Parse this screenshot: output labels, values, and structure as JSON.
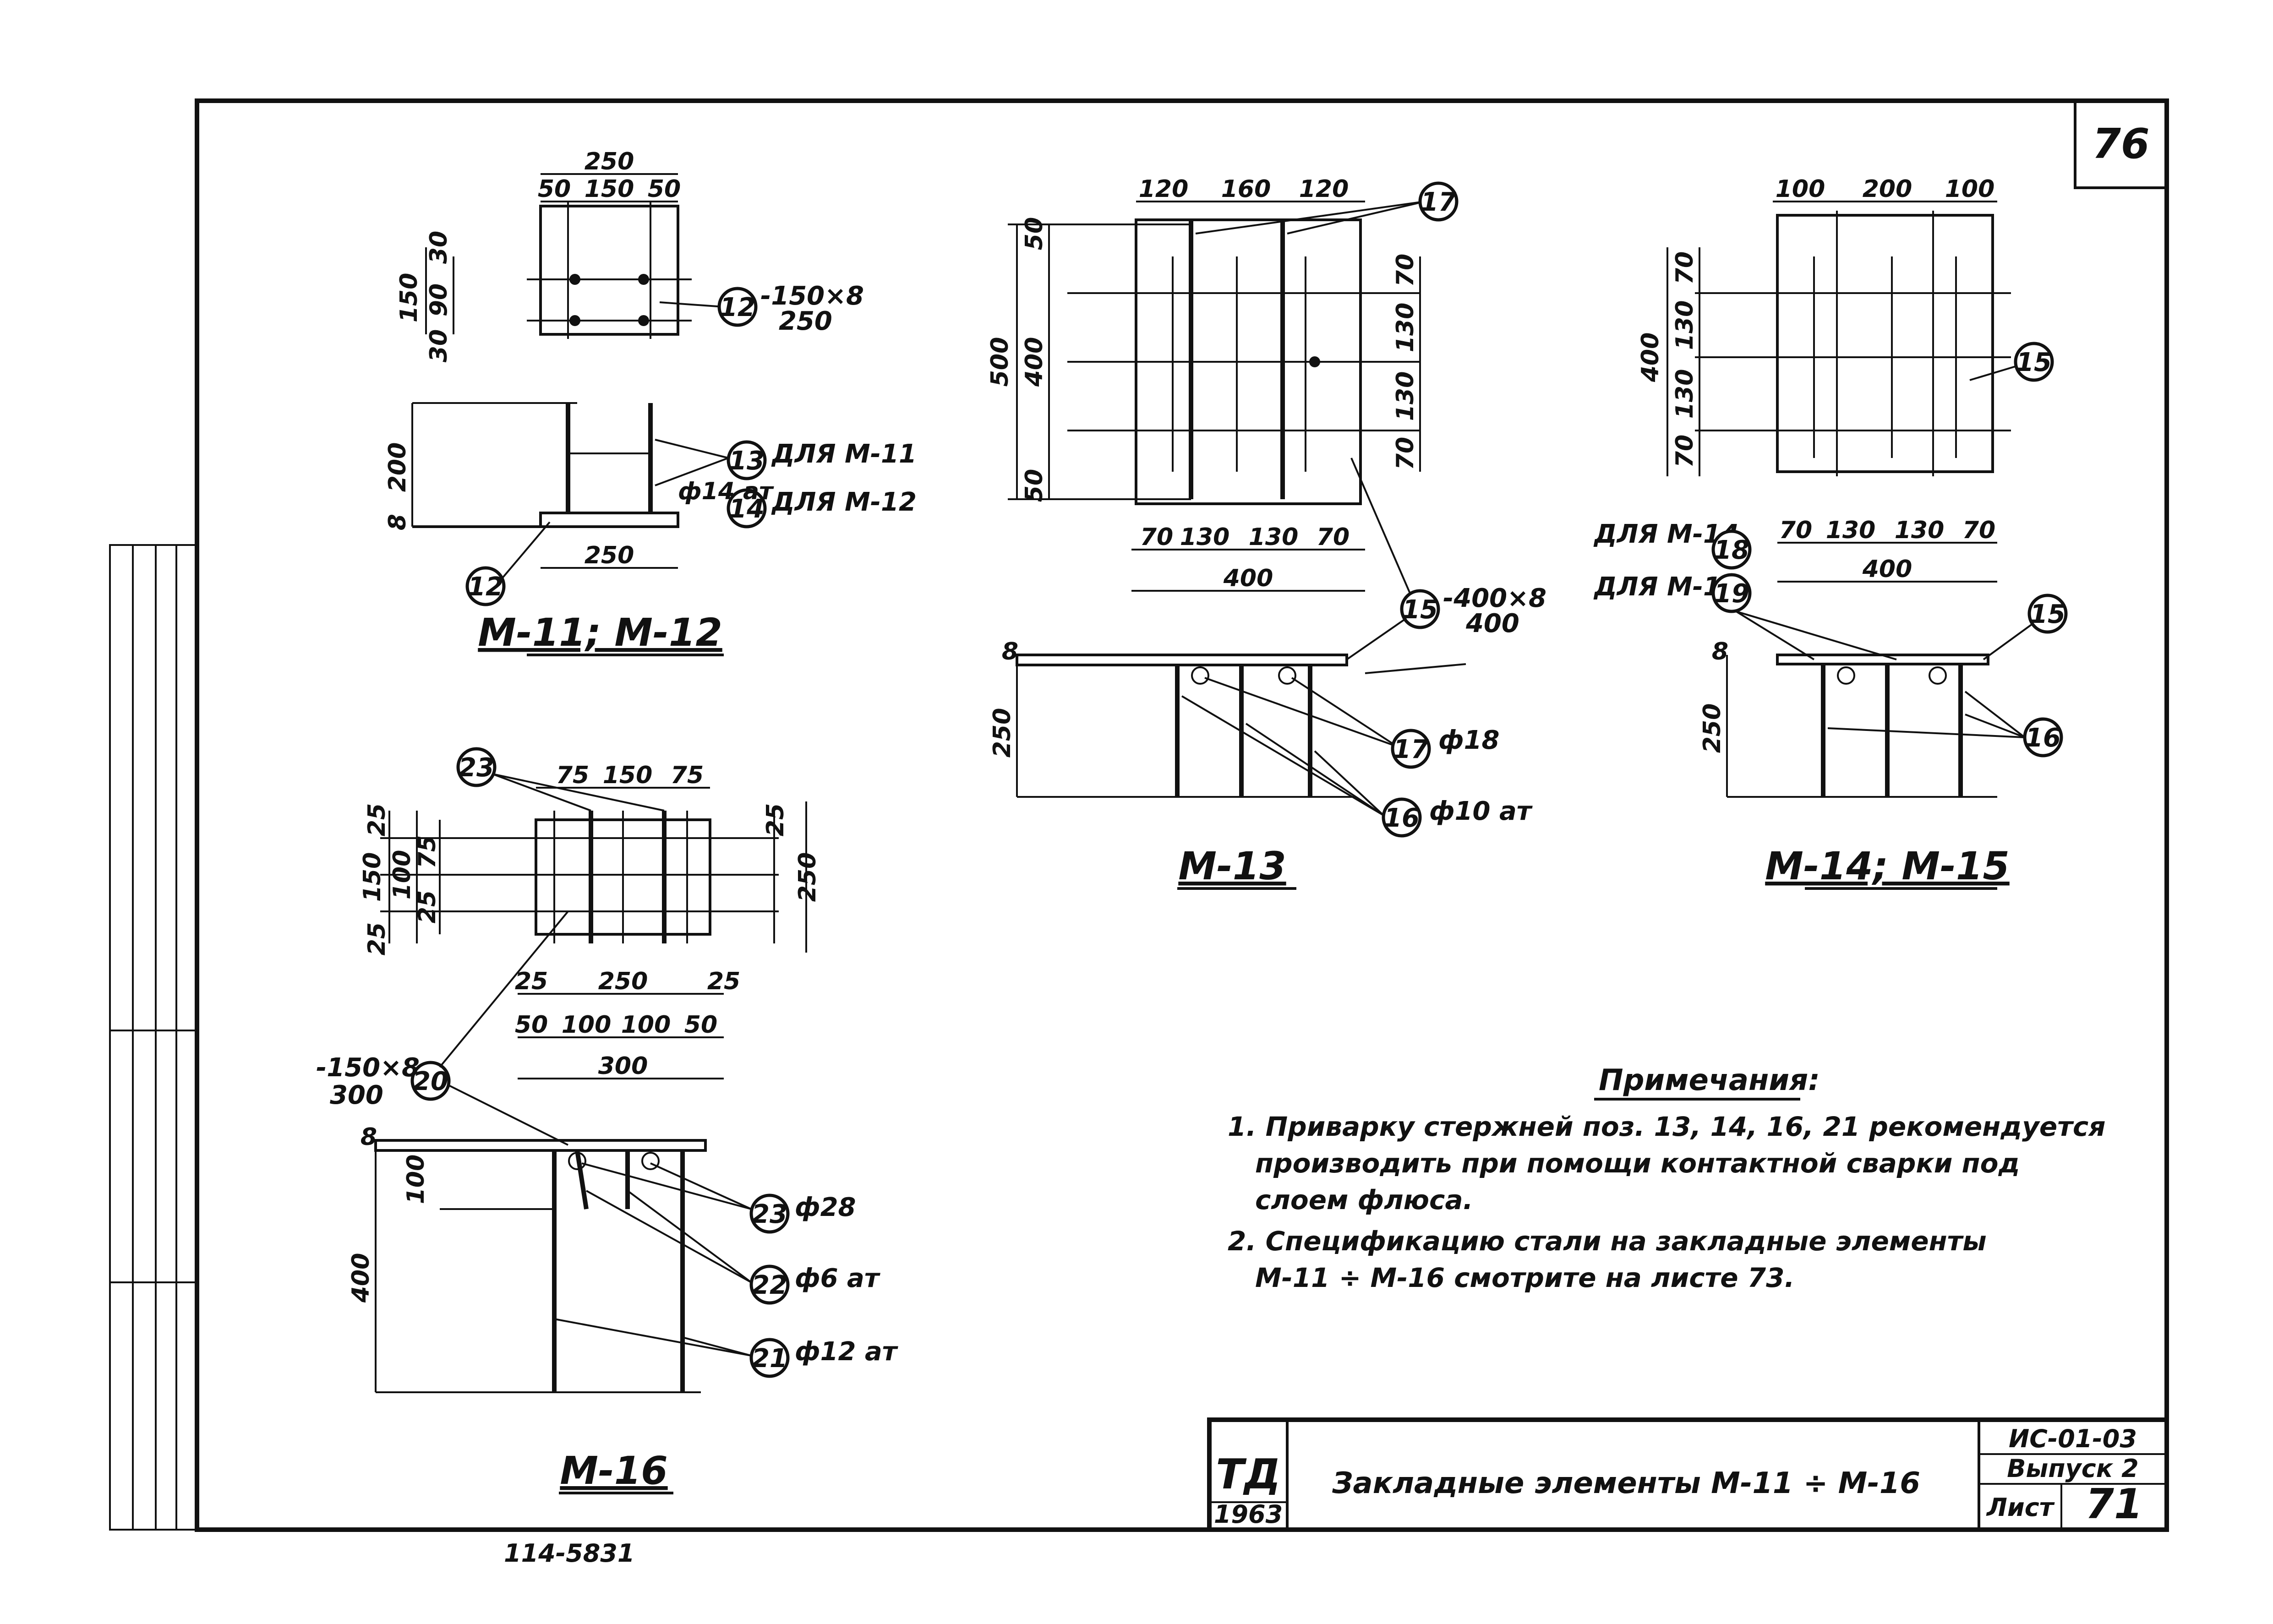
{
  "sheet_number_top": "76",
  "drawings": {
    "m11_m12": {
      "title": "М-11; М-12",
      "dims": [
        "250",
        "50",
        "150",
        "50",
        "150",
        "90",
        "30",
        "30",
        "200",
        "8",
        "250"
      ],
      "callouts": [
        {
          "num": "12",
          "text": "-150×8",
          "sub": "250"
        },
        {
          "num": "13",
          "text": "ДЛЯ М-11"
        },
        {
          "num": "14",
          "text": "ДЛЯ М-12",
          "prefix": "ф14 ат"
        },
        {
          "num": "12",
          "text": ""
        }
      ]
    },
    "m13": {
      "title": "М-13",
      "dims": [
        "120",
        "160",
        "120",
        "500",
        "50",
        "400",
        "50",
        "70",
        "130",
        "130",
        "70",
        "70",
        "130",
        "130",
        "70",
        "400",
        "8",
        "250"
      ],
      "callouts": [
        {
          "num": "17",
          "text": ""
        },
        {
          "num": "15",
          "text": "-400×8",
          "sub": "400"
        },
        {
          "num": "17",
          "text": "ф18"
        },
        {
          "num": "16",
          "text": "ф10 ат"
        }
      ]
    },
    "m14_m15": {
      "title": "М-14; М-15",
      "dims": [
        "100",
        "200",
        "100",
        "400",
        "70",
        "130",
        "130",
        "70",
        "70",
        "130",
        "130",
        "70",
        "400",
        "8",
        "250"
      ],
      "callouts": [
        {
          "num": "15",
          "text": ""
        },
        {
          "num": "18",
          "text": "ДЛЯ М-14"
        },
        {
          "num": "19",
          "text": "ДЛЯ М-15"
        },
        {
          "num": "15",
          "text": ""
        },
        {
          "num": "16",
          "text": ""
        }
      ]
    },
    "m16": {
      "title": "М-16",
      "dims": [
        "75",
        "150",
        "75",
        "25",
        "75",
        "25",
        "100",
        "25",
        "150",
        "250",
        "25",
        "250",
        "25",
        "50",
        "100",
        "100",
        "50",
        "300",
        "8",
        "100",
        "400"
      ],
      "callouts": [
        {
          "num": "23",
          "text": ""
        },
        {
          "num": "20",
          "text": "-150×8",
          "sub": "300"
        },
        {
          "num": "23",
          "text": "ф28"
        },
        {
          "num": "22",
          "text": "ф6 ат"
        },
        {
          "num": "21",
          "text": "ф12 ат"
        }
      ]
    }
  },
  "notes": {
    "title": "Примечания:",
    "items": [
      "1. Приварку стержней поз. 13, 14, 16, 21 рекомендуется",
      "производить при помощи контактной сварки под",
      "слоем флюса.",
      "2. Спецификацию стали на закладные элементы",
      "М-11 ÷ М-16 смотрите на листе 73."
    ]
  },
  "title_block": {
    "logo": "ТД",
    "year": "1963",
    "title": "Закладные элементы М-11 ÷ М-16",
    "code": "ИС-01-03",
    "issue": "Выпуск 2",
    "sheet_label": "Лист",
    "sheet_number": "71"
  },
  "stamp_bottom": "114-5831",
  "colors": {
    "ink": "#111111",
    "paper": "#ffffff"
  }
}
